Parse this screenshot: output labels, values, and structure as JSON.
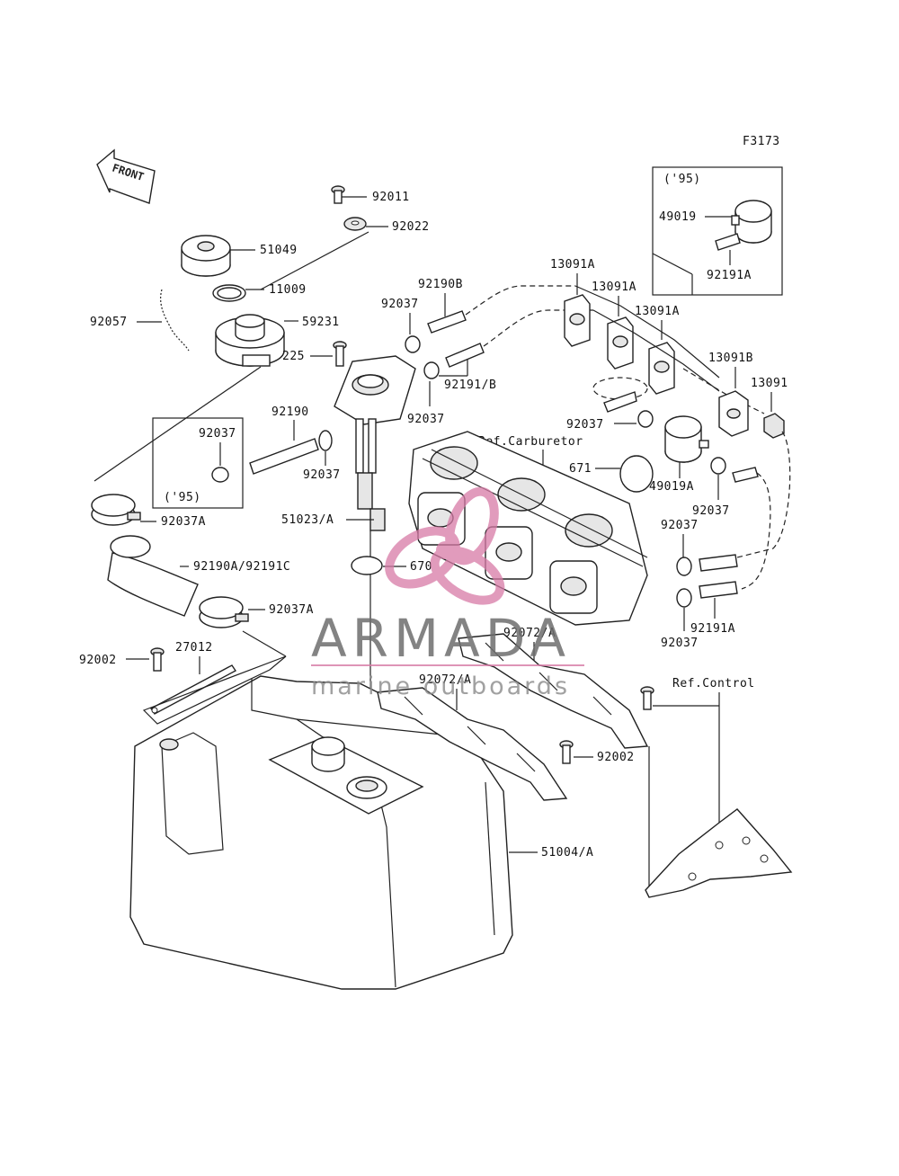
{
  "figure_code": "F3173",
  "front_arrow_label": "FRONT",
  "labels": {
    "p92011": "92011",
    "p92022": "92022",
    "p51049": "51049",
    "p11009": "11009",
    "p92057": "92057",
    "p59231": "59231",
    "p225": "225",
    "p92190B": "92190B",
    "p92037a": "92037",
    "p92191B": "92191/B",
    "p92037b": "92037",
    "p13091A1": "13091A",
    "p13091A2": "13091A",
    "p13091A3": "13091A",
    "p13091B": "13091B",
    "p13091": "13091",
    "p92190": "92190",
    "p92037c": "92037",
    "p92037d": "92037",
    "inset95_left": "('95)",
    "p92037A1": "92037A",
    "p51023A": "51023/A",
    "refCarb": "Ref.Carburetor",
    "p92037e": "92037",
    "p671": "671",
    "p49019A": "49019A",
    "p92037f": "92037",
    "p92037g": "92037",
    "p92037h": "92037",
    "p92191A2": "92191A",
    "p670": "670",
    "p92190A": "92190A/92191C",
    "p92037A2": "92037A",
    "p92002a": "92002",
    "p27012": "27012",
    "p92072A1": "92072/A",
    "p92072A2": "92072/A",
    "refControl": "Ref.Control",
    "p92002b": "92002",
    "p51004A": "51004/A",
    "inset95_right": "('95)",
    "p49019": "49019",
    "p92191A1": "92191A"
  },
  "watermark": {
    "brand": "ARMADA",
    "tagline": "marine outboards",
    "accent_color": "#d77aa6",
    "text_color": "#6e6e6e"
  }
}
